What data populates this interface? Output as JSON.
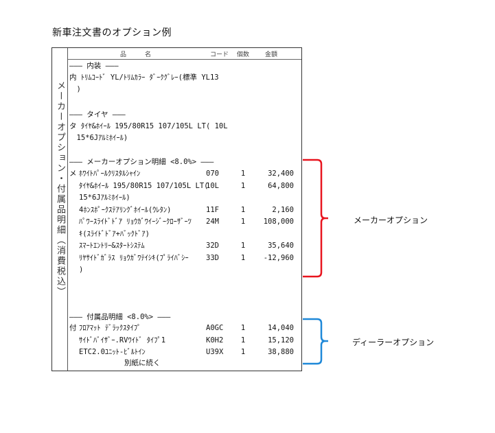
{
  "title": "新車注文書のオプション例",
  "doc": {
    "side_label": "メーカーオプション・付属品明細（消費税込）",
    "header": {
      "name": "品　　　名",
      "code": "コード",
      "qty": "個数",
      "price": "金額"
    },
    "sections": [
      {
        "heading": "――― 内装 ―――",
        "lines": [
          "内 ﾄﾘﾑｺｰﾄﾞ YL/ﾄﾘﾑｶﾗｰ ﾀﾞｰｸｸﾞﾚｰ(標準 YL13",
          "　)"
        ]
      },
      {
        "heading": "――― タイヤ ―――",
        "lines": [
          "タ ﾀｲﾔ&ﾎｲｰﾙ 195/80R15 107/105L LT( 10L",
          "　15*6Jｱﾙﾐﾎｲｰﾙ)"
        ]
      }
    ],
    "maker": {
      "heading": "――― メーカーオプション明細 <8.0%> ―――",
      "items": [
        {
          "mark": "メ",
          "name": "ﾎﾜｲﾄﾊﾟｰﾙｸﾘｽﾀﾙｼｬｲﾝ",
          "code": "070",
          "qty": "1",
          "price": "32,400"
        },
        {
          "mark": "",
          "name": "ﾀｲﾔ&ﾎｲｰﾙ 195/80R15 107/105L LT(",
          "code": "10L",
          "qty": "1",
          "price": "64,800"
        },
        {
          "mark": "",
          "name": "15*6Jｱﾙﾐﾎｲｰﾙ)",
          "code": "",
          "qty": "",
          "price": ""
        },
        {
          "mark": "",
          "name": "4ﾎﾝｽﾎﾟｰｸｽﾃｱﾘﾝｸﾞﾎｲｰﾙ(ｳﾚﾀﾝ)",
          "code": "11F",
          "qty": "1",
          "price": "2,160"
        },
        {
          "mark": "",
          "name": "ﾊﾟﾜｰｽﾗｲﾄﾞﾄﾞｱ ﾘｮｳｶﾞﾜｲｰｼﾞｰｸﾛｰｻﾞｰﾂ",
          "code": "24M",
          "qty": "1",
          "price": "108,000"
        },
        {
          "mark": "",
          "name": "ｷ(ｽﾗｲﾄﾞﾄﾞｱ+ﾊﾞｯｸﾄﾞｱ)",
          "code": "",
          "qty": "",
          "price": ""
        },
        {
          "mark": "",
          "name": "ｽﾏｰﾄｴﾝﾄﾘｰ&ｽﾀｰﾄｼｽﾃﾑ",
          "code": "32D",
          "qty": "1",
          "price": "35,640"
        },
        {
          "mark": "",
          "name": "ﾘﾔｻｲﾄﾞｶﾞﾗｽ ﾘｮｳｶﾞﾜﾃｲｼｷ(ﾌﾟﾗｲﾊﾞｼｰ",
          "code": "33D",
          "qty": "1",
          "price": "-12,960"
        },
        {
          "mark": "",
          "name": ")",
          "code": "",
          "qty": "",
          "price": ""
        }
      ]
    },
    "dealer": {
      "heading": "――― 付属品明細 <8.0%> ―――",
      "items": [
        {
          "mark": "付",
          "name": "ﾌﾛｱﾏｯﾄ ﾃﾞﾗｯｸｽﾀｲﾌﾟ",
          "code": "A0GC",
          "qty": "1",
          "price": "14,040"
        },
        {
          "mark": "",
          "name": "ｻｲﾄﾞﾊﾞｲｻﾞｰ.RVﾜｲﾄﾞ ﾀｲﾌﾟ1",
          "code": "K0H2",
          "qty": "1",
          "price": "15,120"
        },
        {
          "mark": "",
          "name": "ETC2.0ﾕﾆｯﾄ-ﾋﾞﾙﾄｲﾝ",
          "code": "U39X",
          "qty": "1",
          "price": "38,880"
        }
      ],
      "footer": "別紙に続く"
    }
  },
  "annotations": {
    "maker_label": "メーカーオプション",
    "dealer_label": "ディーラーオプション",
    "maker_color": "#e8141e",
    "dealer_color": "#1e88d8"
  }
}
